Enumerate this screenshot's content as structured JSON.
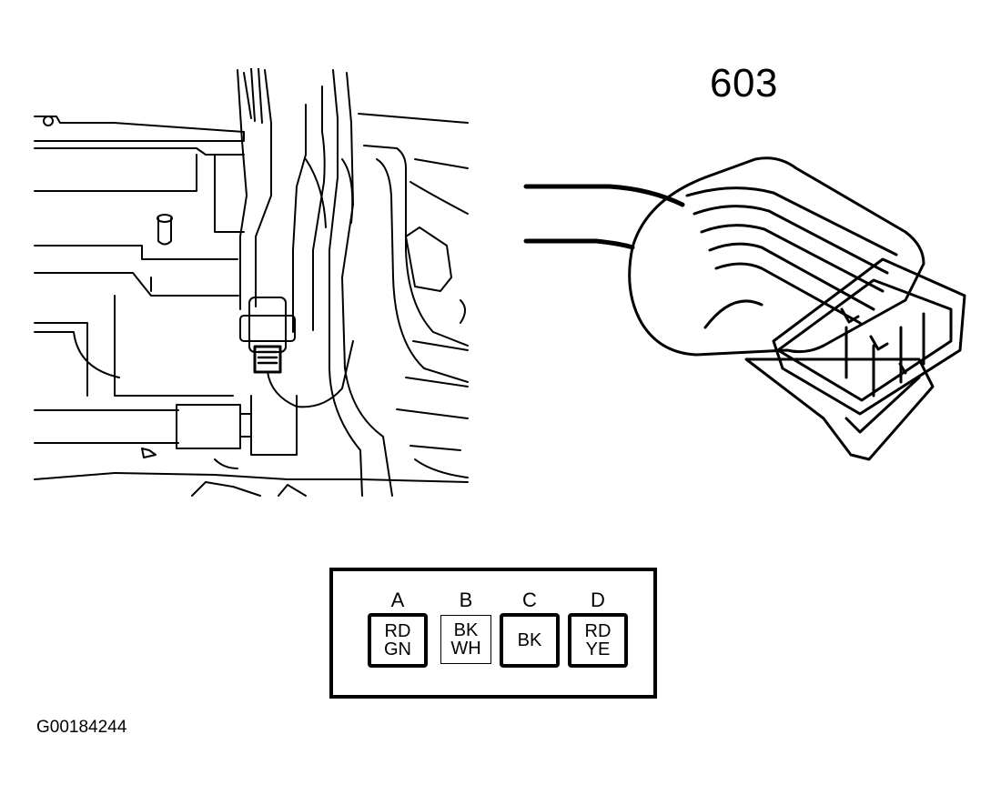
{
  "connector": {
    "number": "603"
  },
  "figure_id": "G00184244",
  "pins": [
    {
      "letter": "A",
      "line1": "RD",
      "line2": "GN"
    },
    {
      "letter": "B",
      "line1": "BK",
      "line2": "WH"
    },
    {
      "letter": "C",
      "line1": "BK",
      "line2": ""
    },
    {
      "letter": "D",
      "line1": "RD",
      "line2": "YE"
    }
  ]
}
